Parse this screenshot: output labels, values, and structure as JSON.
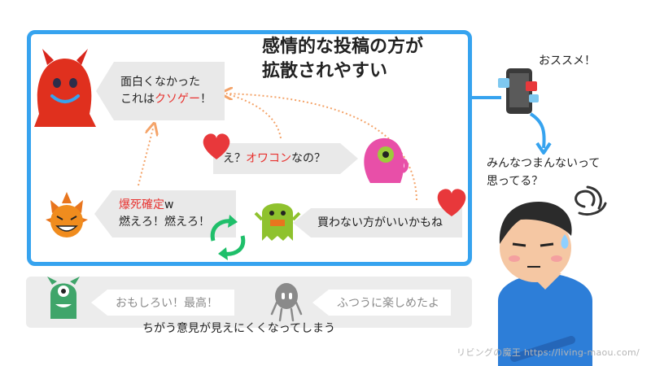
{
  "headline": {
    "line1": "感情的な投稿の方が",
    "line2": "拡散されやすい"
  },
  "bubbles": {
    "red_devil": {
      "line1": "面白くなかった",
      "line2_prefix": "これは",
      "line2_highlight": "クソゲー",
      "line2_suffix": "！"
    },
    "pink_monster": {
      "prefix": "え？",
      "highlight": "オワコン",
      "suffix": "なの？"
    },
    "sun_monster": {
      "highlight": "爆死確定",
      "line1_suffix": "w",
      "line2": "燃えろ！燃えろ！"
    },
    "green_ghost": {
      "text": "買わない方がいいかもね"
    }
  },
  "bottom": {
    "left_text": "おもしろい！最高！",
    "right_text": "ふつうに楽しめたよ",
    "caption": "ちがう意見が見えにくくなってしまう"
  },
  "side": {
    "phone_label": "おススメ！",
    "thought_line1": "みんなつまんないって",
    "thought_line2": "思ってる？"
  },
  "watermark": "リビングの魔王 https://living-maou.com/",
  "colors": {
    "frame": "#36a3ef",
    "highlight": "#e8322f",
    "arrow": "#f4a46a",
    "recycle": "#1fbf6a"
  },
  "icons": [
    "red-devil-icon",
    "pink-monster-icon",
    "sun-monster-icon",
    "green-ghost-icon",
    "heart-icon",
    "recycle-arrows-icon",
    "smartphone-icon",
    "tired-man-icon",
    "spiral-icon",
    "green-monster-icon",
    "gray-robot-icon"
  ]
}
